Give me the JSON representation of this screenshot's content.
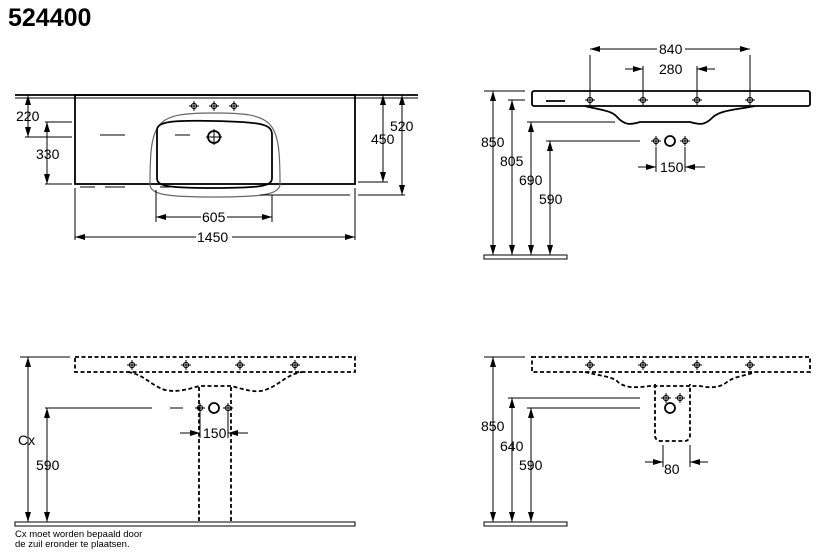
{
  "title": "524400",
  "views": {
    "top_view": {
      "dims": {
        "d220": "220",
        "d330": "330",
        "d450": "450",
        "d520": "520",
        "d605": "605",
        "d1450": "1450"
      }
    },
    "side_view": {
      "dims": {
        "d840": "840",
        "d280": "280",
        "d150": "150",
        "d850": "850",
        "d805": "805",
        "d690": "690",
        "d590": "590"
      }
    },
    "front_pedestal_view": {
      "dims": {
        "cx": "Cx",
        "d590": "590",
        "d150": "150"
      },
      "note_line1": "Cx moet worden bepaald door",
      "note_line2": "de zuil eronder te plaatsen."
    },
    "side_pedestal_view": {
      "dims": {
        "d850": "850",
        "d640": "640",
        "d590": "590",
        "d80": "80"
      }
    }
  }
}
